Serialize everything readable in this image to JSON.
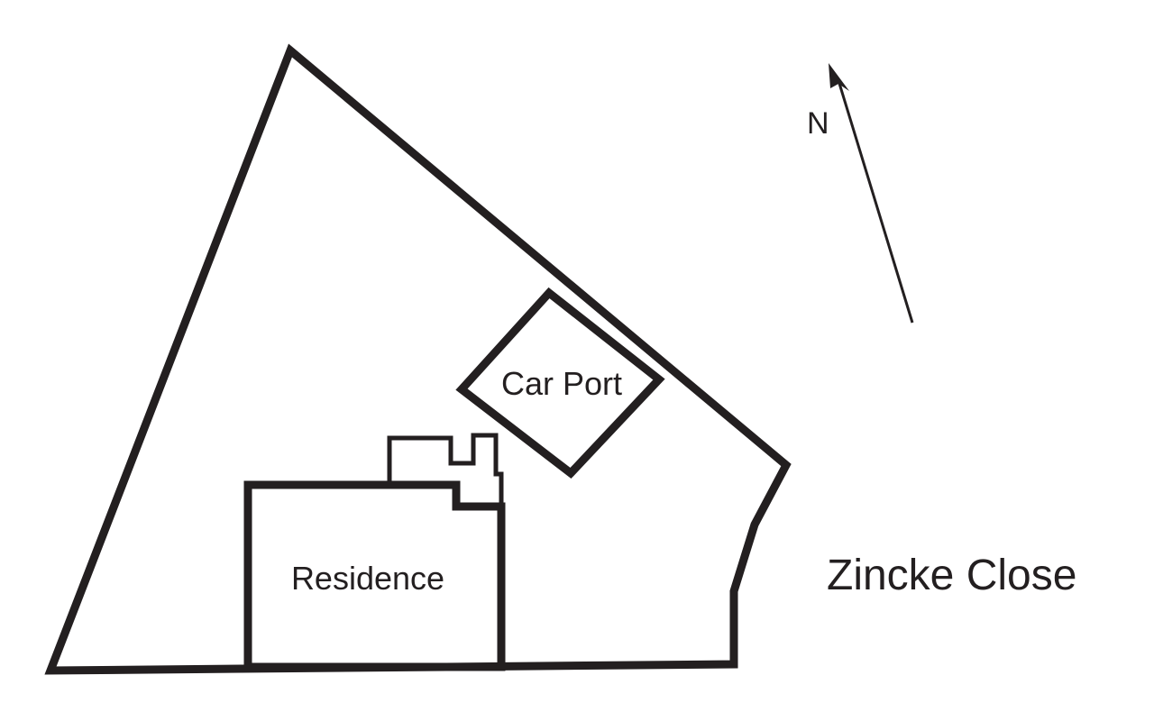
{
  "labels": {
    "car_port": "Car Port",
    "residence": "Residence",
    "street": "Zincke Close",
    "north": "N"
  },
  "colors": {
    "ink": "#231f20",
    "background": "#ffffff"
  },
  "icons": {
    "north_arrow": "north-arrow-icon"
  }
}
